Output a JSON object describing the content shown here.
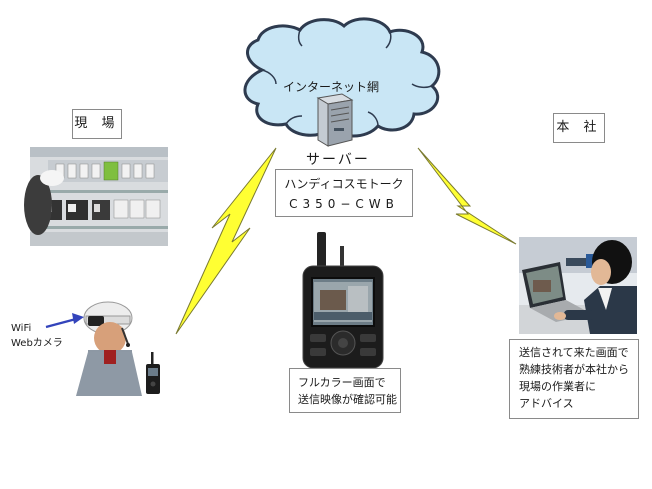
{
  "cloud": {
    "label": "インターネット網"
  },
  "server": {
    "label": "サーバー"
  },
  "product": {
    "line1": "ハンディコスモトーク",
    "line2": "C350−CWB"
  },
  "site": {
    "label": "現 場"
  },
  "hq": {
    "label": "本 社"
  },
  "camera": {
    "line1": "WiFi",
    "line2": "Webカメラ"
  },
  "radio_caption": {
    "line1": "フルカラー画面で",
    "line2": "送信映像が確認可能"
  },
  "hq_caption": {
    "lines": [
      "送信されて来た画面で",
      "熟練技術者が本社から",
      "現場の作業者に",
      "アドバイス"
    ]
  },
  "colors": {
    "cloud_fill": "#c9e6f5",
    "cloud_stroke": "#2e3b4f",
    "bolt_fill": "#ffff33",
    "arrow": "#3344bb"
  }
}
